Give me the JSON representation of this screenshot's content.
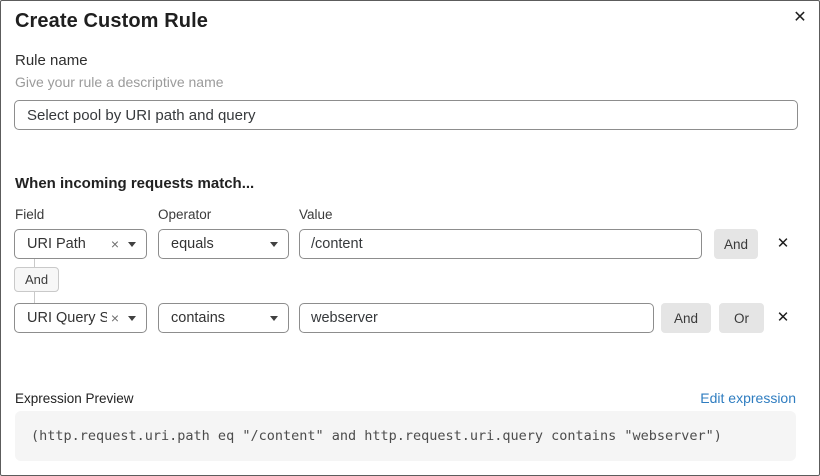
{
  "dialog": {
    "title": "Create Custom Rule",
    "close_glyph": "✕"
  },
  "rule_name": {
    "label": "Rule name",
    "description": "Give your rule a descriptive name",
    "value": "Select pool by URI path and query"
  },
  "matcher": {
    "heading": "When incoming requests match...",
    "columns": {
      "field": "Field",
      "operator": "Operator",
      "value": "Value"
    },
    "rows": [
      {
        "field": "URI Path",
        "clear_glyph": "×",
        "operator": "equals",
        "value": "/content",
        "and_label": "And",
        "delete_glyph": "✕"
      },
      {
        "field": "URI Query St...",
        "clear_glyph": "×",
        "operator": "contains",
        "value": "webserver",
        "and_label": "And",
        "or_label": "Or",
        "delete_glyph": "✕"
      }
    ],
    "connector_label": "And"
  },
  "expression": {
    "label": "Expression Preview",
    "edit_link": "Edit expression",
    "preview": "(http.request.uri.path eq \"/content\" and http.request.uri.query contains \"webserver\")"
  },
  "colors": {
    "link_blue": "#2f7dc0",
    "button_gray": "#e5e5e5",
    "code_background": "#f5f5f5",
    "input_border": "#8d8d8d"
  }
}
